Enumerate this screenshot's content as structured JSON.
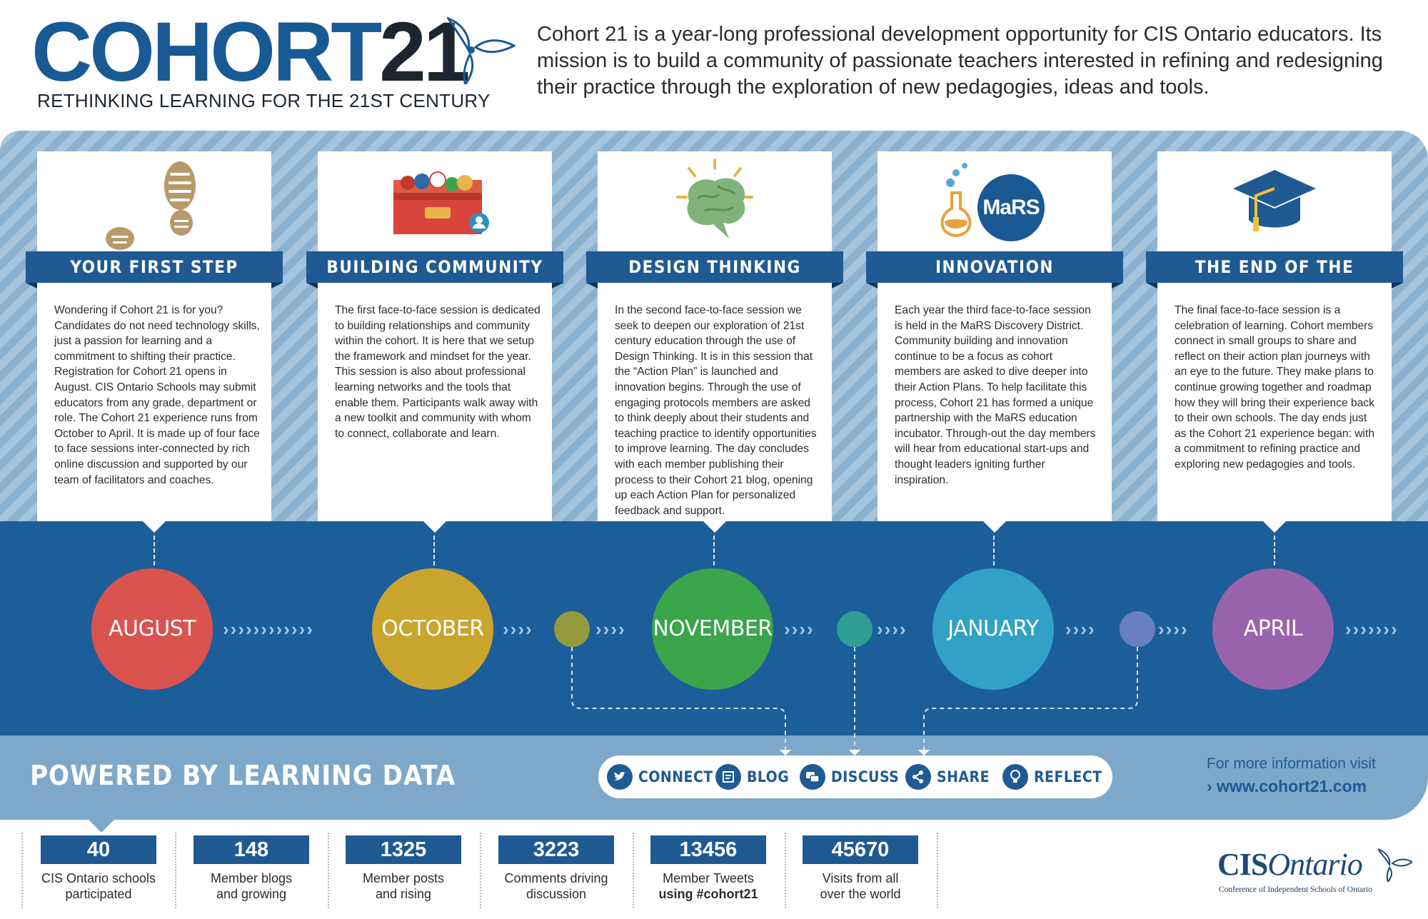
{
  "header": {
    "logo_word": "COHORT",
    "logo_number": "21",
    "tagline": "RETHINKING LEARNING FOR THE 21ST CENTURY",
    "intro": "Cohort 21 is a year-long professional development opportunity for CIS Ontario educators. Its mission is to build a community of passionate teachers interested in refining and redesigning their practice through the exploration of new pedagogies, ideas and tools."
  },
  "stages": [
    {
      "title": "YOUR FIRST STEP",
      "icon": "footprints-icon",
      "body": "Wondering if Cohort 21 is for you? Candidates do not need technology skills, just a passion for learning and a commitment to shifting their practice. Registration for Cohort 21 opens in August. CIS Ontario Schools may submit educators from any grade, department or role. The Cohort 21 experience runs from October to April. It is made up of four face to face sessions inter-connected by rich online discussion and supported by our team of facilitators and coaches."
    },
    {
      "title": "BUILDING COMMUNITY",
      "icon": "toolbox-icon",
      "body": "The first face-to-face session is dedicated to building relationships and community within the cohort. It is here that we setup the framework and mindset for the year. This session is also about professional learning networks and the tools that enable them. Participants walk away with a new toolkit and community with whom to connect, collaborate and learn."
    },
    {
      "title": "DESIGN THINKING",
      "icon": "brain-icon",
      "body": "In the second face-to-face session we seek to deepen our exploration of 21st century education through the use of Design Thinking. It is in this session that the “Action Plan” is launched and innovation begins. Through the use of engaging protocols members are asked to think deeply about their students and teaching practice to identify opportunities to improve learning. The day concludes with each member publishing their process to their Cohort 21 blog, opening up each Action Plan for personalized feedback and support."
    },
    {
      "title": "INNOVATION",
      "icon": "flask-icon",
      "badge": "MaRS",
      "body": "Each year the third face-to-face session is held in the MaRS Discovery District. Community building and innovation continue to be a focus as cohort members are asked to dive deeper into their Action Plans. To help facilitate this process, Cohort 21 has formed a unique partnership with the MaRS education incubator. Through-out the day members will hear from educational start-ups and thought leaders igniting further inspiration."
    },
    {
      "title": "THE END OF THE BEGINNING",
      "icon": "graduation-cap-icon",
      "body": "The final face-to-face session is a celebration of learning. Cohort members connect in small groups to share and reflect on their action plan journeys with an eye to the future. They make plans to continue growing together and roadmap how they will bring their experience back to their own schools. The day ends just as the Cohort 21 experience began: with a commitment to refining practice and exploring new pedagogies and tools."
    }
  ],
  "timeline": [
    {
      "label": "AUGUST",
      "color": "#d9534f"
    },
    {
      "label": "OCTOBER",
      "color": "#c9a52e"
    },
    {
      "label": "NOVEMBER",
      "color": "#3aa54a"
    },
    {
      "label": "JANUARY",
      "color": "#31a2c6"
    },
    {
      "label": "APRIL",
      "color": "#9a63ad"
    }
  ],
  "dots": [
    "#949b3c",
    "#2f9f95",
    "#6a7fc0"
  ],
  "chevrons": {
    "long": "››››››››››››",
    "short": "››››",
    "tail": "›››››››"
  },
  "powered": {
    "title": "POWERED BY LEARNING DATA",
    "actions": [
      {
        "label": "CONNECT",
        "icon": "twitter-icon"
      },
      {
        "label": "BLOG",
        "icon": "blog-icon"
      },
      {
        "label": "DISCUSS",
        "icon": "chat-icon"
      },
      {
        "label": "SHARE",
        "icon": "share-icon"
      },
      {
        "label": "REFLECT",
        "icon": "lightbulb-icon"
      }
    ],
    "more_info": "For more information visit",
    "url": "› www.cohort21.com"
  },
  "stats": [
    {
      "value": "40",
      "line1": "CIS Ontario schools",
      "line2": "participated"
    },
    {
      "value": "148",
      "line1": "Member blogs",
      "line2": "and growing"
    },
    {
      "value": "1325",
      "line1": "Member posts",
      "line2": "and rising"
    },
    {
      "value": "3223",
      "line1": "Comments driving",
      "line2": "discussion"
    },
    {
      "value": "13456",
      "line1": "Member Tweets",
      "line2": "using #cohort21"
    },
    {
      "value": "45670",
      "line1": "Visits from all",
      "line2": "over the world"
    }
  ],
  "footer_logo": {
    "cis": "CIS",
    "ontario": "Ontario",
    "subtitle": "Conference of Independent Schools of Ontario"
  },
  "colors": {
    "brand_blue": "#1f5a93",
    "dark_band": "#1c5e9a",
    "light_band": "#7ea8c9"
  }
}
